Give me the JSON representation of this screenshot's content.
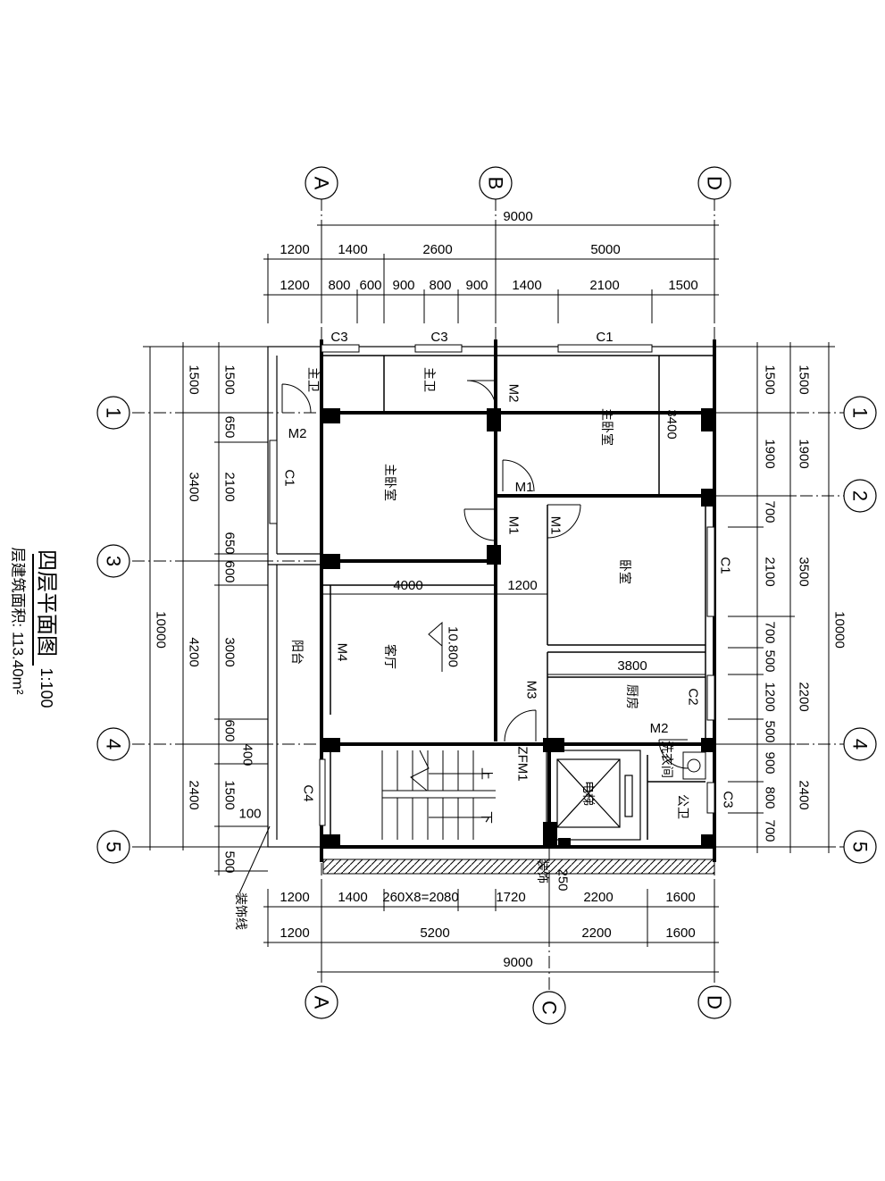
{
  "title": "四层平面图",
  "scale": "1:100",
  "area_label": "层建筑面积: 113.40m²",
  "axes": {
    "top": [
      "A",
      "B",
      "D"
    ],
    "bottom": [
      "A",
      "C",
      "D"
    ],
    "left": [
      "1",
      "3",
      "4",
      "5"
    ],
    "right": [
      "1",
      "2",
      "4",
      "5"
    ]
  },
  "dims": {
    "top_total": "9000",
    "top_row1": [
      "1200",
      "1400",
      "2600",
      "5000"
    ],
    "top_row2": [
      "1200",
      "800",
      "600",
      "900",
      "800",
      "900",
      "1400",
      "2100",
      "1500"
    ],
    "bottom_row1": [
      "1200",
      "1400",
      "260X8=2080",
      "1720",
      "2200",
      "1600"
    ],
    "bottom_row2": [
      "1200",
      "5200",
      "2200",
      "1600"
    ],
    "bottom_total": "9000",
    "left_outer": "10000",
    "left_mid": [
      "1500",
      "3400",
      "4200",
      "2400"
    ],
    "left_inner": [
      "1500",
      "650",
      "2100",
      "650",
      "600",
      "3000",
      "600",
      "400",
      "1500",
      "100",
      "500"
    ],
    "right_inner": [
      "1500",
      "1900",
      "700",
      "2100",
      "700",
      "500",
      "1200",
      "500",
      "900",
      "800",
      "700"
    ],
    "right_mid": [
      "1500",
      "1900",
      "3500",
      "2200",
      "2400"
    ],
    "right_outer": "10000",
    "interior": [
      "4000",
      "1200",
      "3800",
      "3400",
      "250"
    ]
  },
  "rooms": {
    "master_bed_1": "主卧室",
    "master_bed_2": "主卧室",
    "bedroom": "卧室",
    "living": "客厅",
    "kitchen": "厨房",
    "balcony": "阳台",
    "toilet_1": "主卫",
    "toilet_2": "主卫",
    "public_wc": "公卫",
    "laundry": "洗衣间",
    "elevator": "电梯",
    "stair_up": "上",
    "stair_down": "下",
    "decor_line": "装饰线",
    "elevation": "10.800",
    "trim": "装饰"
  },
  "tags": {
    "C1": "C1",
    "C2": "C2",
    "C3": "C3",
    "C4": "C4",
    "M1": "M1",
    "M2": "M2",
    "M3": "M3",
    "M4": "M4",
    "ZFM1": "ZFM1"
  }
}
